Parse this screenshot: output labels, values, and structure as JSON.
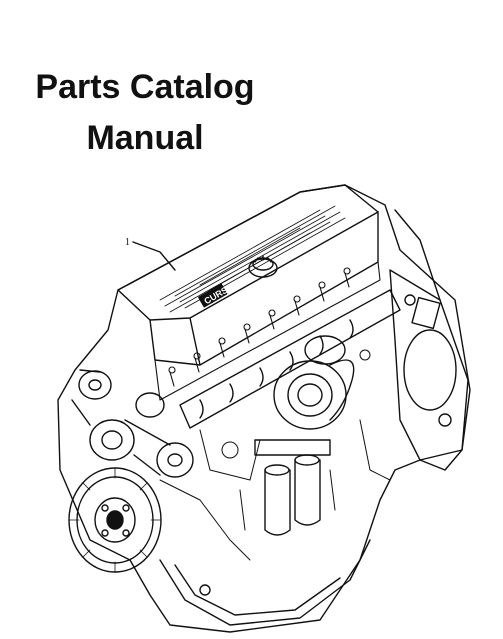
{
  "title": {
    "line1": "Parts Catalog",
    "line2": "Manual"
  },
  "illustration": {
    "subject": "engine",
    "callout_label": "1",
    "valve_cover_brand": "CURSOR"
  }
}
